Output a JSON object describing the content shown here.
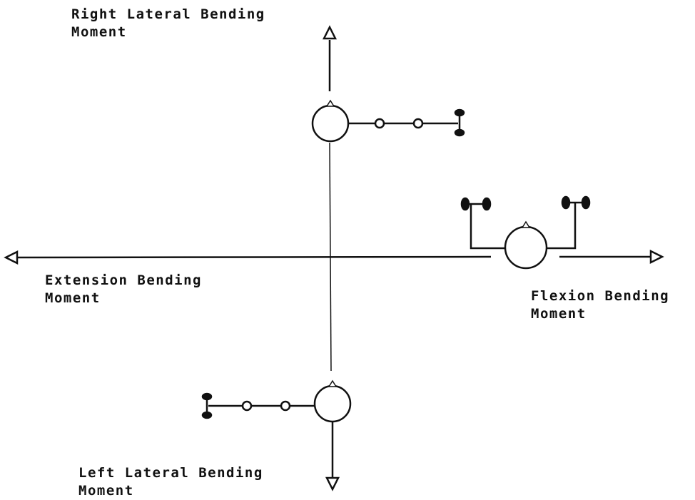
{
  "labels": {
    "right_lateral": {
      "line1": "Right Lateral Bending",
      "line2": "Moment"
    },
    "extension": {
      "line1": "Extension Bending",
      "line2": "Moment"
    },
    "flexion": {
      "line1": "Flexion Bending",
      "line2": "Moment"
    },
    "left_lateral": {
      "line1": "Left Lateral Bending",
      "line2": "Moment"
    }
  },
  "colors": {
    "ink": "#111111",
    "background": "#ffffff"
  },
  "icons": {
    "arrowheads": [
      "arrow-up-icon",
      "arrow-down-icon",
      "arrow-left-icon",
      "arrow-right-icon"
    ],
    "joint_figures": [
      "top-joint-figure",
      "bottom-joint-figure",
      "right-joint-figure"
    ]
  }
}
